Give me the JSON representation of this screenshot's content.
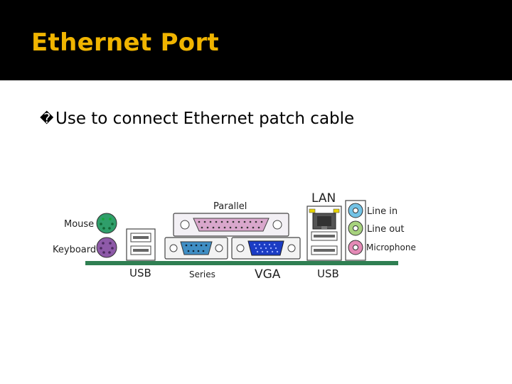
{
  "slide": {
    "title": "Ethernet Port",
    "bullet_glyph": "�",
    "bullet_text": "Use to connect Ethernet patch cable"
  },
  "figure": {
    "labels": {
      "mouse": "Mouse",
      "keyboard": "Keyboard",
      "usb_left": "USB",
      "parallel": "Parallel",
      "serial": "Series",
      "vga": "VGA",
      "lan": "LAN",
      "usb_right": "USB",
      "line_in": "Line in",
      "line_out": "Line out",
      "microphone": "Microphone"
    }
  },
  "colors": {
    "title": "#f0b400",
    "mouse_port": "#2f9e6a",
    "keyboard_port": "#8e5aa8",
    "serial_port": "#3f8ec4",
    "vga_port": "#1b3cc4",
    "line_in": "#73c3e6",
    "line_out": "#a7d27e",
    "microphone": "#e48ab6",
    "board_edge": "#2f7f52"
  }
}
